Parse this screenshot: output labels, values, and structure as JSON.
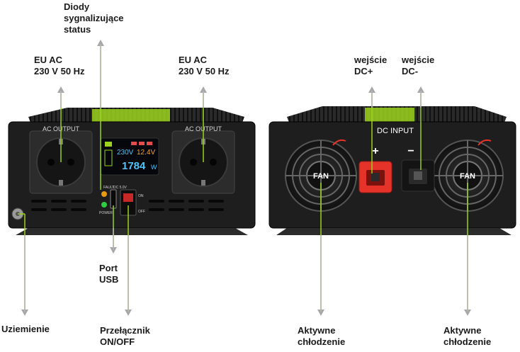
{
  "labels": {
    "status_leds": "Diody\nsygnalizujące\nstatus",
    "eu_ac_left": "EU AC\n230 V 50 Hz",
    "eu_ac_right": "EU AC\n230 V 50 Hz",
    "dc_plus": "wejście\nDC+",
    "dc_minus": "wejście\nDC-",
    "usb_port": "Port\nUSB",
    "ground": "Uziemienie",
    "switch": "Przełącznik\nON/OFF",
    "active_cooling_left": "Aktywne\nchłodzenie",
    "active_cooling_right": "Aktywne\nchłodzenie"
  },
  "front_panel": {
    "ac_output_left": "AC OUTPUT",
    "ac_output_right": "AC OUTPUT",
    "display_voltage": "230V",
    "display_input": "12.4V",
    "display_power": "1784",
    "display_unit": "W",
    "fault_label": "FAULT",
    "usb_label": "DC 5.0V",
    "power_label": "POWER",
    "switch_on": "ON",
    "switch_off": "OFF"
  },
  "rear_panel": {
    "dc_input": "DC INPUT",
    "plus_sign": "+",
    "minus_sign": "−",
    "fan_left": "FAN",
    "fan_right": "FAN"
  },
  "colors": {
    "accent_green": "#9bd21e",
    "terminal_red": "#e5332a",
    "body_black": "#1e1e1e"
  }
}
